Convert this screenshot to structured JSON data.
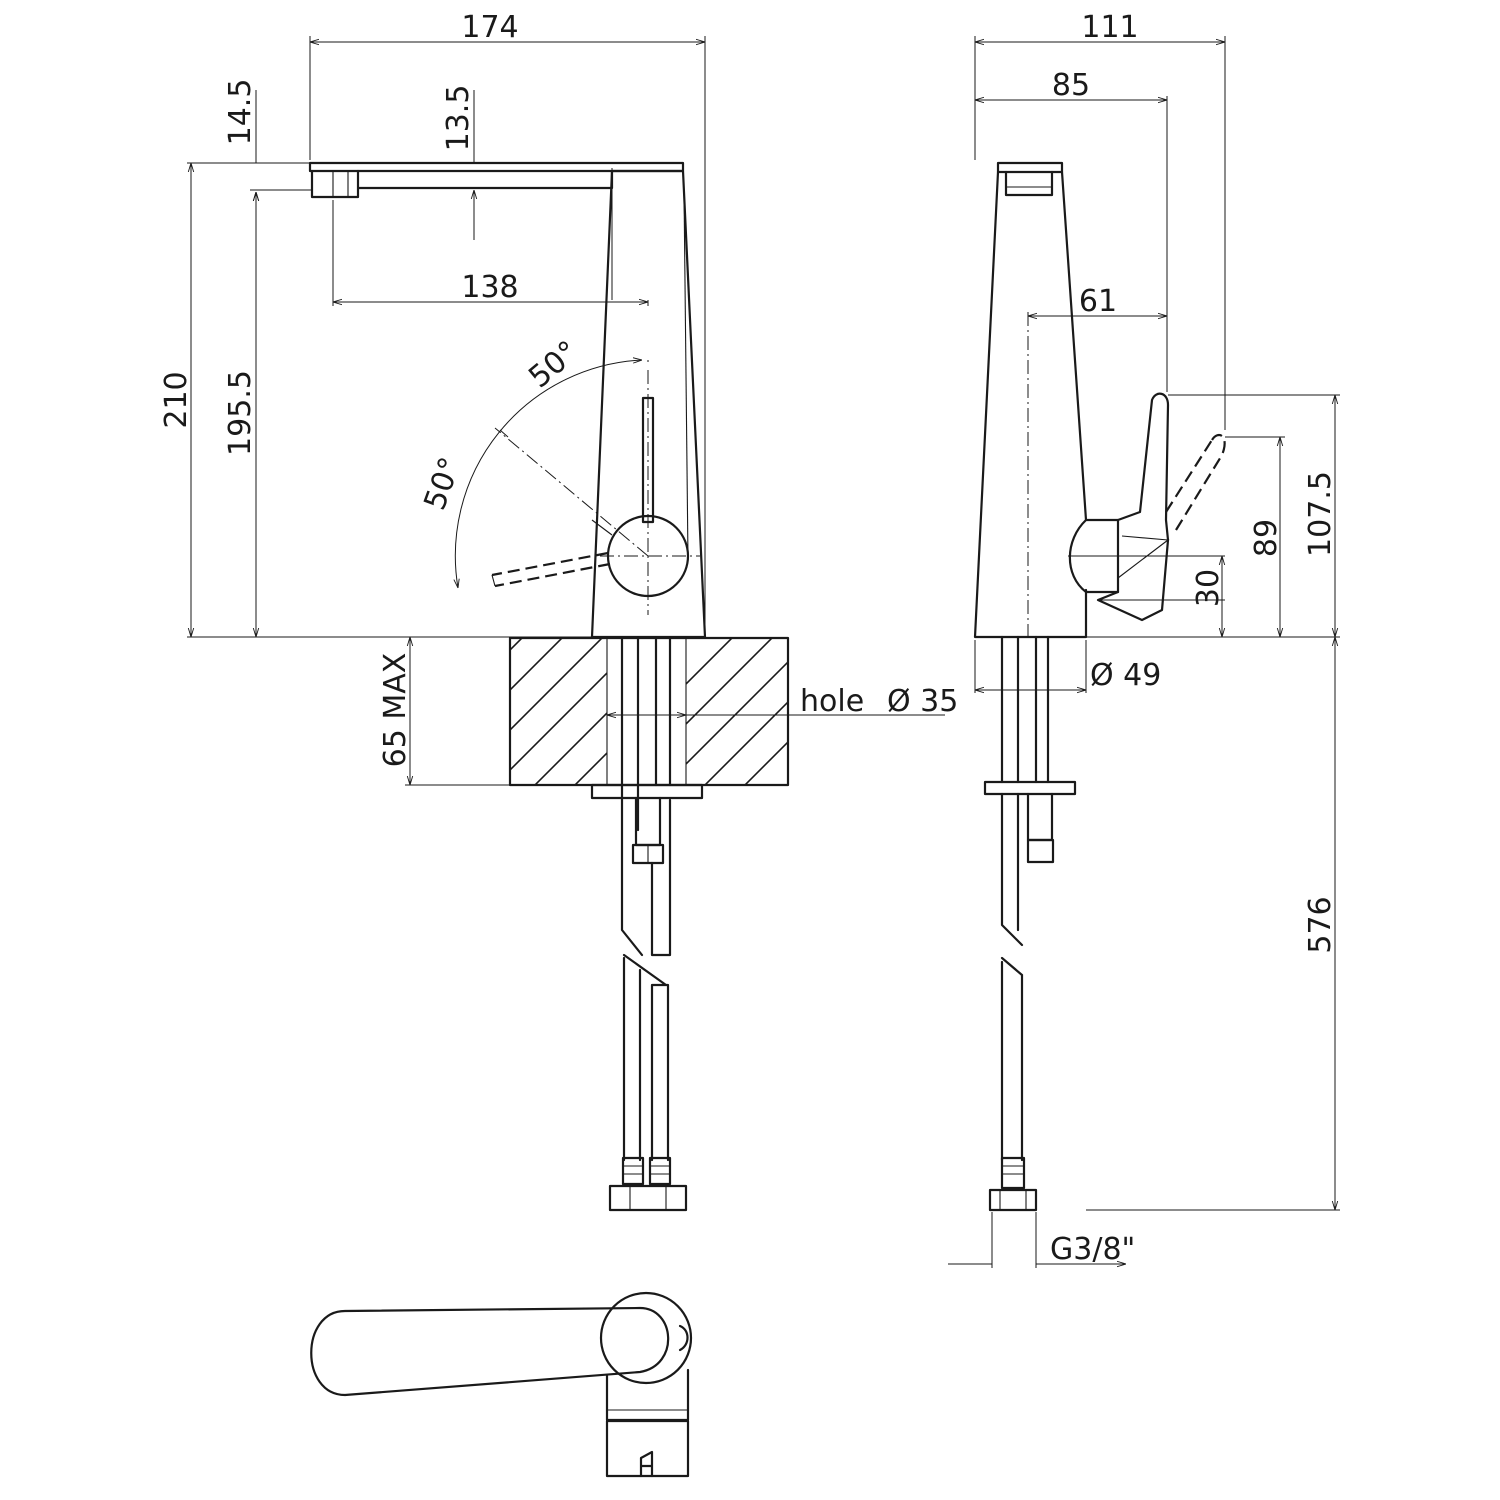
{
  "front_view": {
    "width_total": "174",
    "top_thickness": "14.5",
    "spout_thickness": "13.5",
    "spout_reach": "138",
    "height_total": "210",
    "spout_height": "195.5",
    "angle_top": "50°",
    "angle_side": "50°",
    "deck_max": "65 MAX",
    "hole_label": "hole",
    "hole_diameter": "Ø 35"
  },
  "side_view": {
    "depth_total": "111",
    "body_depth": "85",
    "handle_offset": "61",
    "handle_height": "107.5",
    "lever_height": "89",
    "pivot_height": "30",
    "base_diameter": "Ø 49",
    "hose_length": "576",
    "thread": "G3/8\""
  },
  "colors": {
    "line": "#1a1a1a",
    "paper": "#ffffff"
  }
}
